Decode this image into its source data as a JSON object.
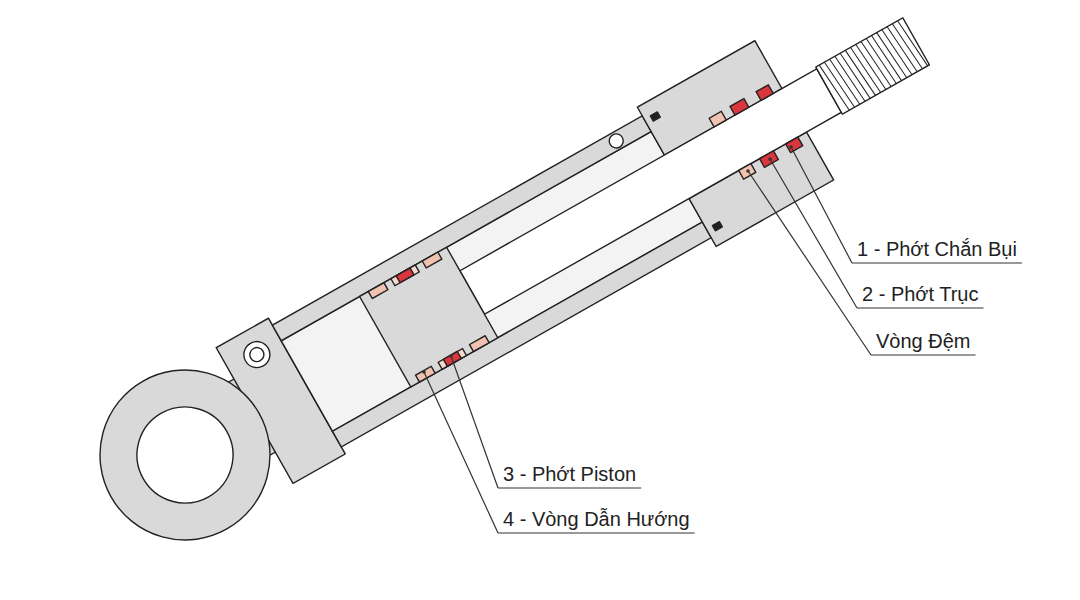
{
  "diagram": {
    "labels": [
      "1 - Phớt Chắn Bụi",
      "2 - Phớt Trục",
      "Vòng Đệm",
      "3 - Phớt Piston",
      "4 - Vòng Dẫn Hướng"
    ]
  }
}
